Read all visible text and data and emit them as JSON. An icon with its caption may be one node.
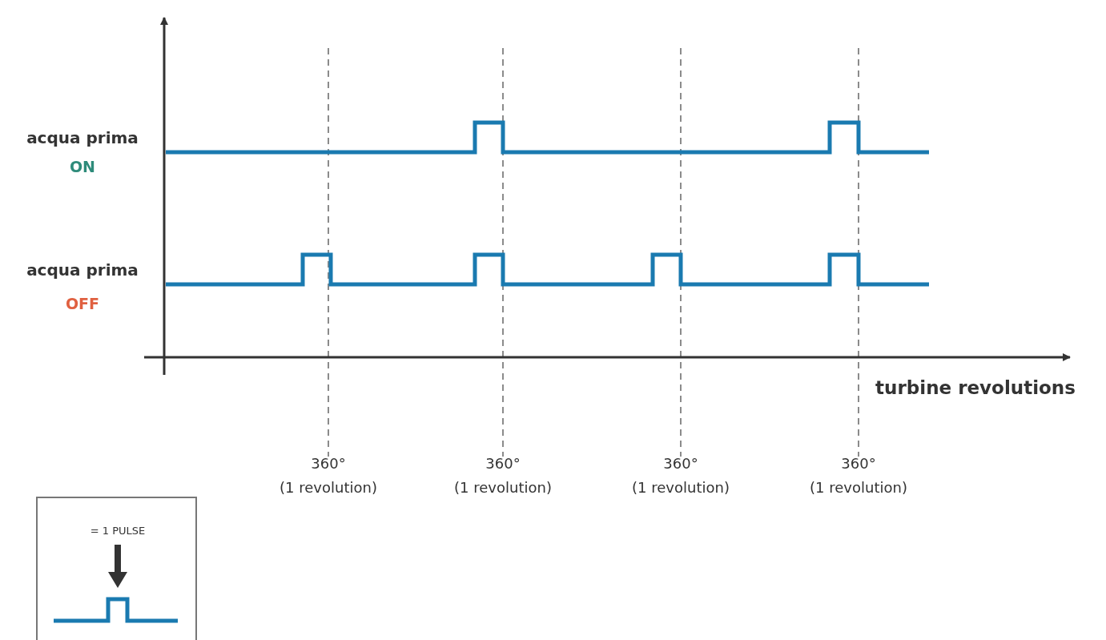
{
  "diagram": {
    "labels": [
      "acqua prima",
      "ON",
      "acqua prima",
      "OFF",
      "turbine revolutions",
      "360°",
      "360°",
      "360°",
      "360°",
      "(1 revolution)",
      "(1 revolution)",
      "(1 revolution)",
      "(1 revolution)"
    ],
    "legend": [
      {
        "text": "= 1 PULSE"
      }
    ]
  }
}
